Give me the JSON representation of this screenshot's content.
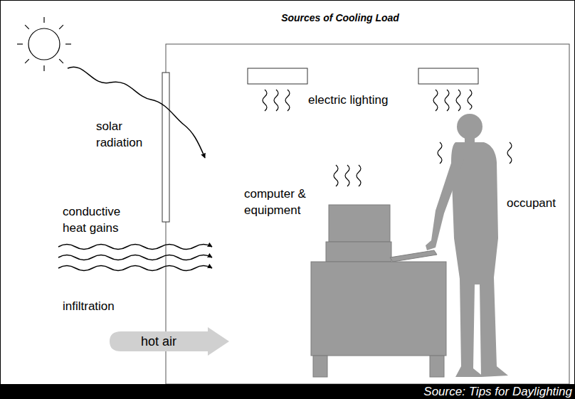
{
  "diagram": {
    "title": "Sources of Cooling Load",
    "caption": "Source: Tips for Daylighting",
    "nodes": [
      {
        "text": [
          "hot air"
        ]
      }
    ],
    "labels": [
      "solar radiation",
      "conductive heat gains",
      "infiltration",
      "electric lighting",
      "computer & equipment",
      "occupant"
    ]
  }
}
